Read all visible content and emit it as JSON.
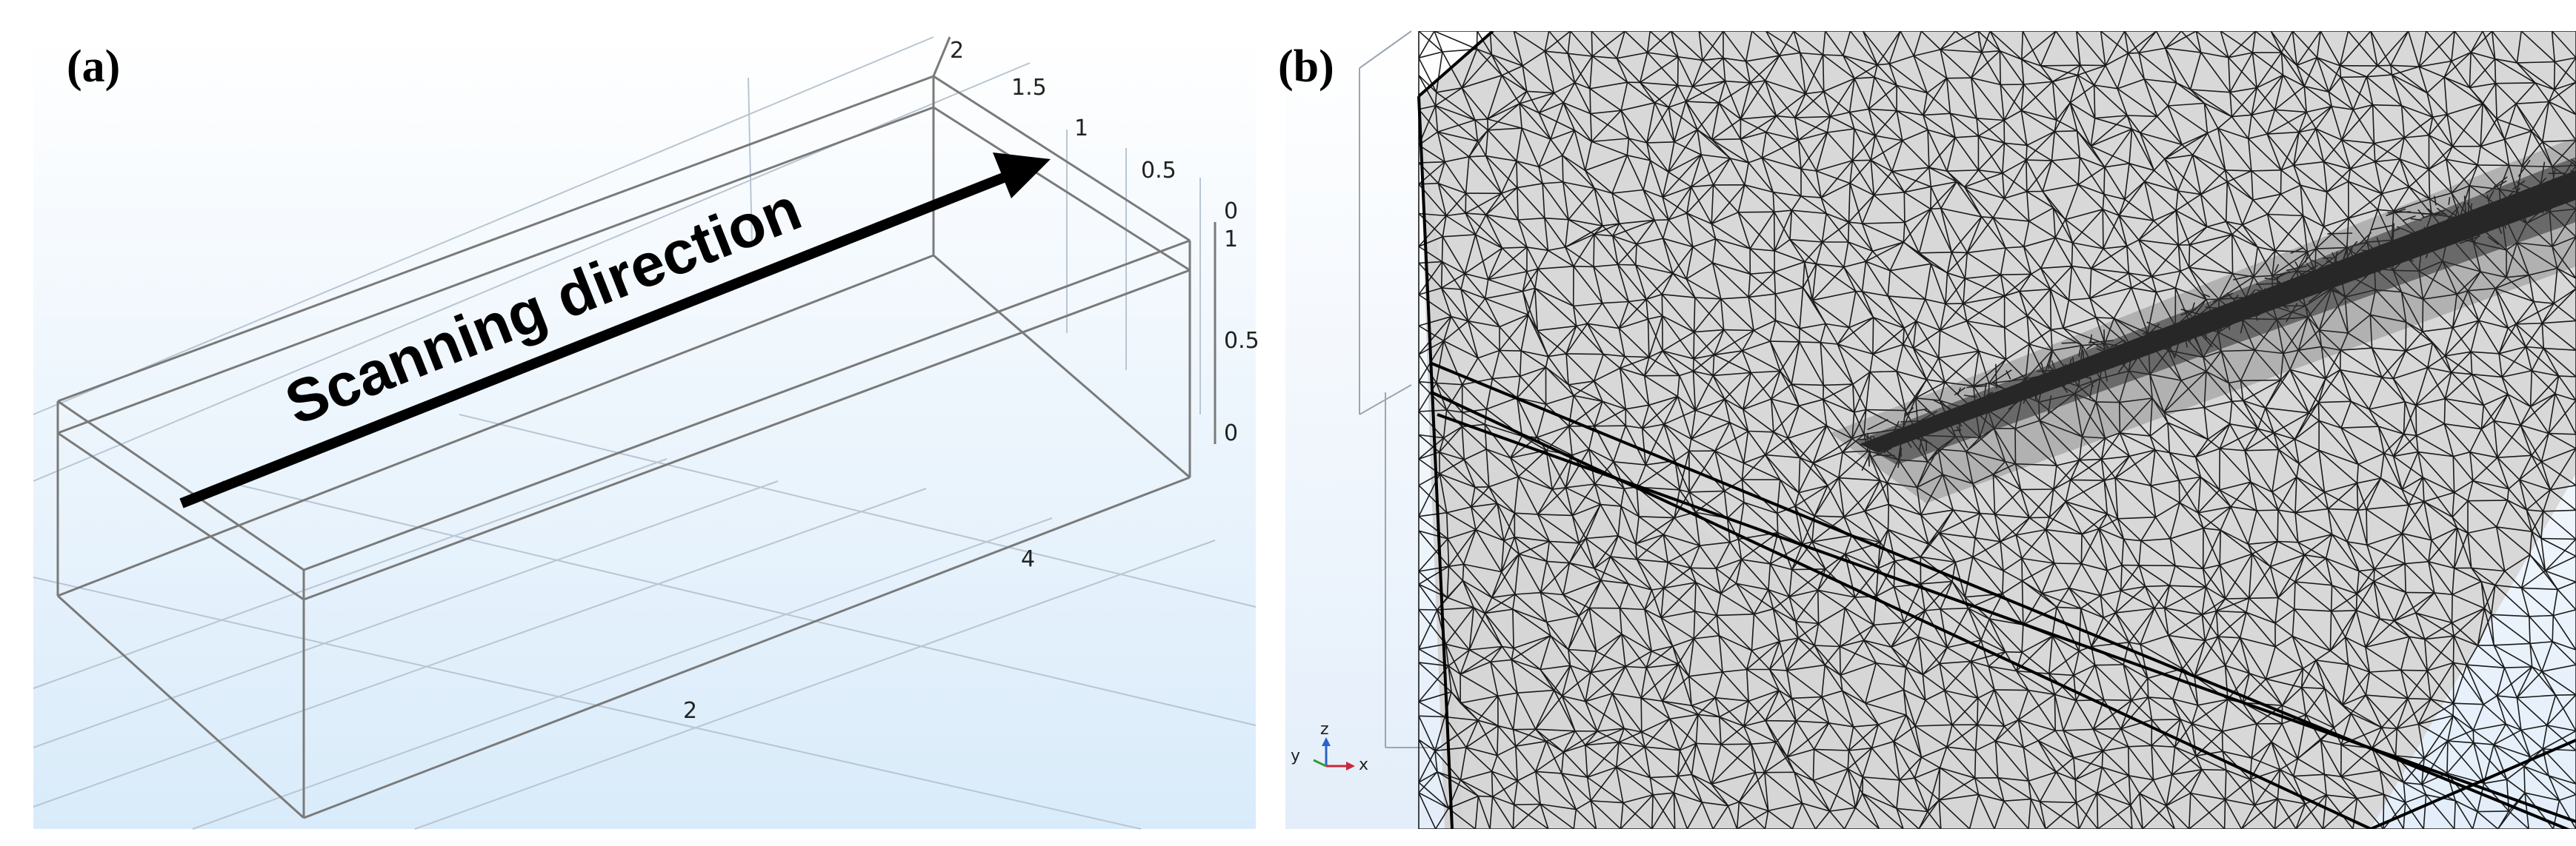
{
  "panels": [
    {
      "id": "a",
      "label": "(a)",
      "annotation": "Scanning direction",
      "ticks": {
        "top_axis": [
          "2",
          "1.5",
          "1",
          "0.5",
          "0"
        ],
        "side_axis": [
          "1",
          "0.5",
          "0"
        ],
        "length_axis": [
          "4",
          "2"
        ]
      },
      "colors": {
        "background_top": "#ffffff",
        "background_bottom": "#d9ebfa",
        "edge": "#7a7a7a",
        "arrow": "#000000"
      }
    },
    {
      "id": "b",
      "label": "(b)",
      "colors": {
        "mesh_fill": "#d8d8d8",
        "mesh_line": "#1a1a1a",
        "edge": "#000000"
      }
    }
  ],
  "axis_triad": {
    "z": "z",
    "y": "y",
    "x": "x",
    "icons": [
      "axis-triad-icon"
    ]
  }
}
